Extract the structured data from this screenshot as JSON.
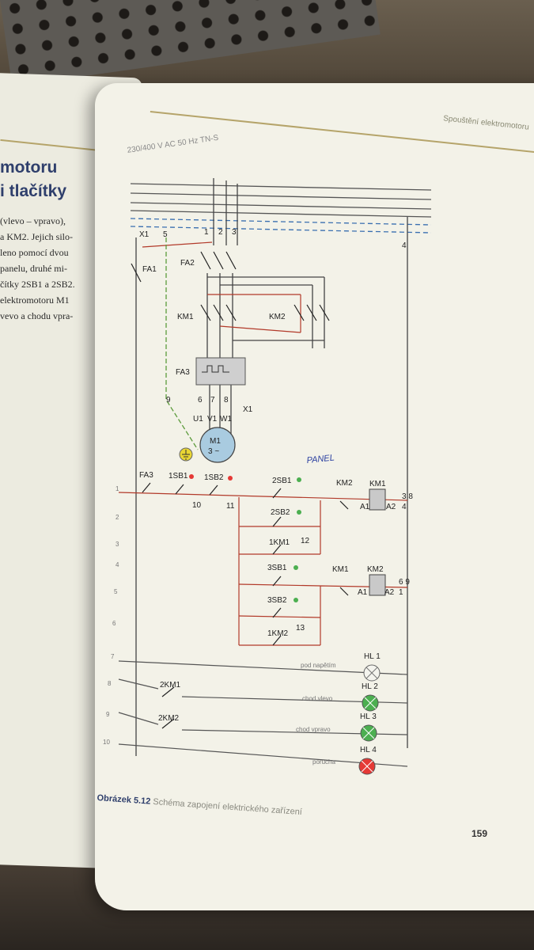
{
  "left_page": {
    "heading_lines": [
      "motoru",
      "i tlačítky"
    ],
    "text_lines": [
      "(vlevo – vpravo),",
      "a KM2. Jejich silo-",
      "leno pomocí dvou",
      "panelu, druhé mi-",
      "čítky 2SB1 a 2SB2.",
      "elektromotoru M1",
      "vevo a chodu vpra-"
    ]
  },
  "right_page": {
    "header": "Spouštění elektromotoru",
    "supply": "230/400 V AC 50 Hz TN-S",
    "caption_bold": "Obrázek 5.12",
    "caption_text": "Schéma zapojení elektrického zařízení",
    "page_number": "159"
  },
  "diagram": {
    "terminal_block": "X1",
    "terminals_top": [
      "5",
      "1",
      "2",
      "3",
      "4"
    ],
    "breakers": [
      "FA1",
      "FA2"
    ],
    "contactors": [
      "KM1",
      "KM2"
    ],
    "overload": "FA3",
    "motor_terminals": [
      "6",
      "7",
      "8"
    ],
    "motor_phases": [
      "U1",
      "V1",
      "W1"
    ],
    "terminal_9": "9",
    "terminal_x1": "X1",
    "motor": {
      "name": "M1",
      "phase": "3 ~"
    },
    "handwritten": "PANEL",
    "control": {
      "fa3": "FA3",
      "sb1": "1SB1",
      "sb2": "1SB2",
      "n10": "10",
      "n11": "11",
      "sb21": "2SB1",
      "sb22": "2SB2",
      "n12": "12",
      "km1_hold": "1KM1",
      "sb31": "3SB1",
      "sb32": "3SB2",
      "n13": "13",
      "km2_hold": "1KM2",
      "il_km2": "KM2",
      "coil_km1": "KM1",
      "il_km1": "KM1",
      "coil_km2": "KM2",
      "a1": "A1",
      "a2": "A2",
      "a1b": "A1",
      "a2b": "A2",
      "ref1": "3 8",
      "ref1b": "4",
      "ref2": "6 9",
      "ref2b": "1",
      "km1_lamp": "2KM1",
      "km2_lamp": "2KM2",
      "lamps": [
        {
          "name": "HL 1",
          "label": "pod napětím",
          "color": "#f4f4ee"
        },
        {
          "name": "HL 2",
          "label": "chod vlevo",
          "color": "#4caf50"
        },
        {
          "name": "HL 3",
          "label": "chod vpravo",
          "color": "#4caf50"
        },
        {
          "name": "HL 4",
          "label": "porucha",
          "color": "#e53935"
        }
      ],
      "row_numbers": [
        "1",
        "2",
        "3",
        "4",
        "5",
        "6",
        "7",
        "8",
        "9",
        "10"
      ]
    }
  }
}
